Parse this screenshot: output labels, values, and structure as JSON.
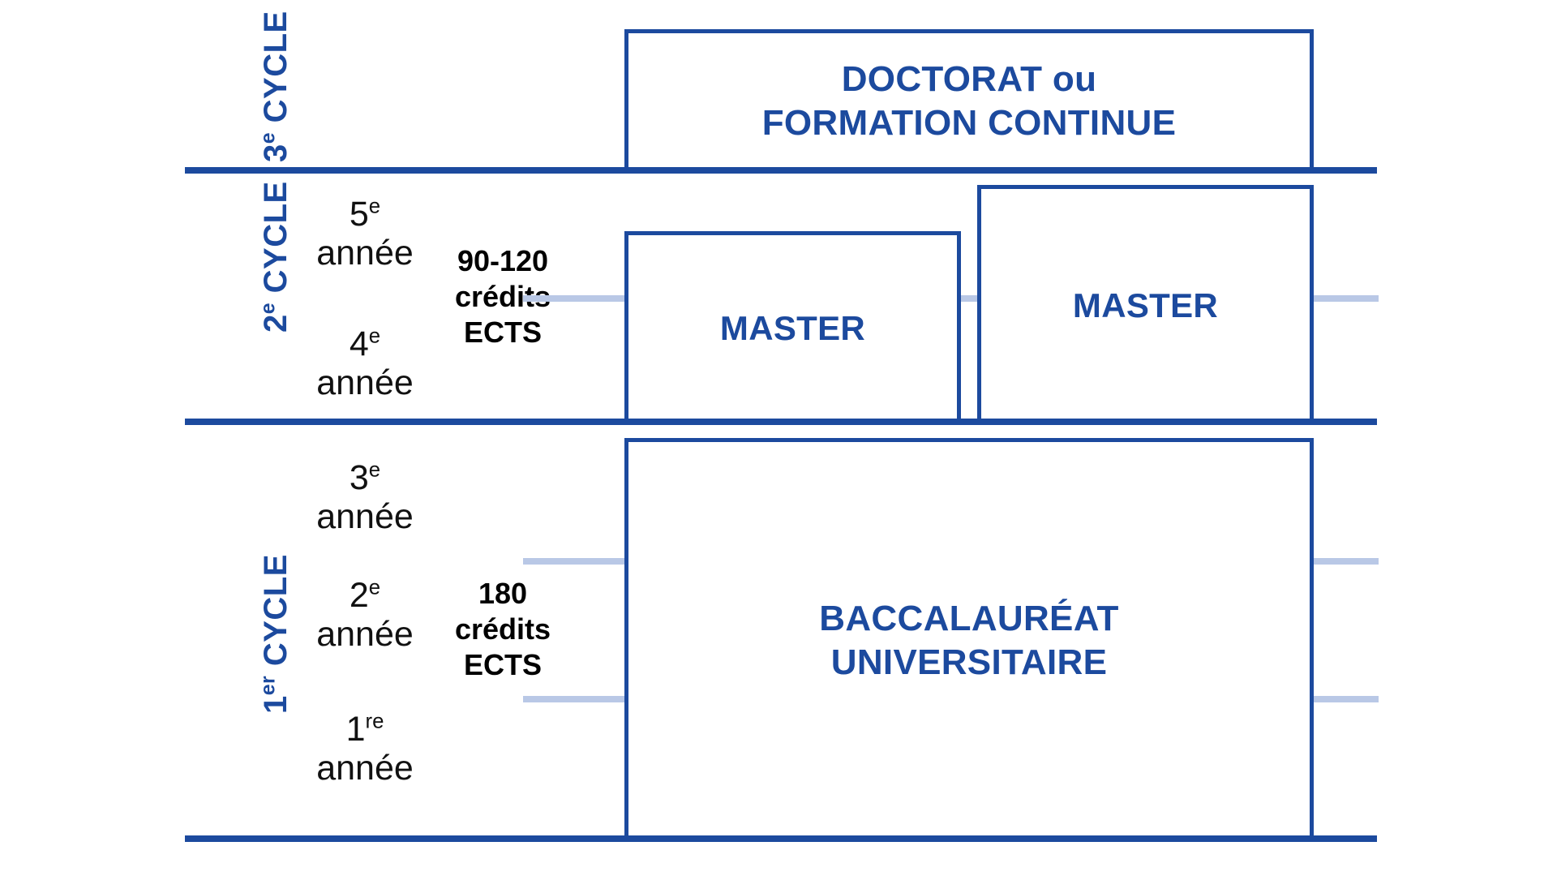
{
  "diagram": {
    "title": "Structure des cycles d'etudes universitaires",
    "colors": {
      "primary": "#1c4a9e",
      "connector": "#b9c8e6",
      "text_dark": "#111111",
      "background": "#ffffff"
    },
    "cycles": [
      {
        "id": "cycle3",
        "label_number": "3",
        "label_ordinal": "e",
        "label_word": "CYCLE"
      },
      {
        "id": "cycle2",
        "label_number": "2",
        "label_ordinal": "e",
        "label_word": "CYCLE"
      },
      {
        "id": "cycle1",
        "label_number": "1",
        "label_ordinal": "er",
        "label_word": "CYCLE"
      }
    ],
    "years": [
      {
        "id": "year5",
        "number": "5",
        "ordinal": "e",
        "word": "année"
      },
      {
        "id": "year4",
        "number": "4",
        "ordinal": "e",
        "word": "année"
      },
      {
        "id": "year3",
        "number": "3",
        "ordinal": "e",
        "word": "année"
      },
      {
        "id": "year2",
        "number": "2",
        "ordinal": "e",
        "word": "année"
      },
      {
        "id": "year1",
        "number": "1",
        "ordinal": "re",
        "word": "année"
      }
    ],
    "credits": [
      {
        "id": "credits_master",
        "line1": "90-120",
        "line2": "crédits",
        "line3": "ECTS"
      },
      {
        "id": "credits_bachelor",
        "line1": "180",
        "line2": "crédits",
        "line3": "ECTS"
      }
    ],
    "boxes": [
      {
        "id": "doctorat",
        "line1": "DOCTORAT ou",
        "line2": "FORMATION CONTINUE"
      },
      {
        "id": "master_left",
        "line1": "MASTER",
        "line2": ""
      },
      {
        "id": "master_right",
        "line1": "MASTER",
        "line2": ""
      },
      {
        "id": "baccalaureat",
        "line1": "BACCALAURÉAT",
        "line2": "UNIVERSITAIRE"
      }
    ]
  }
}
